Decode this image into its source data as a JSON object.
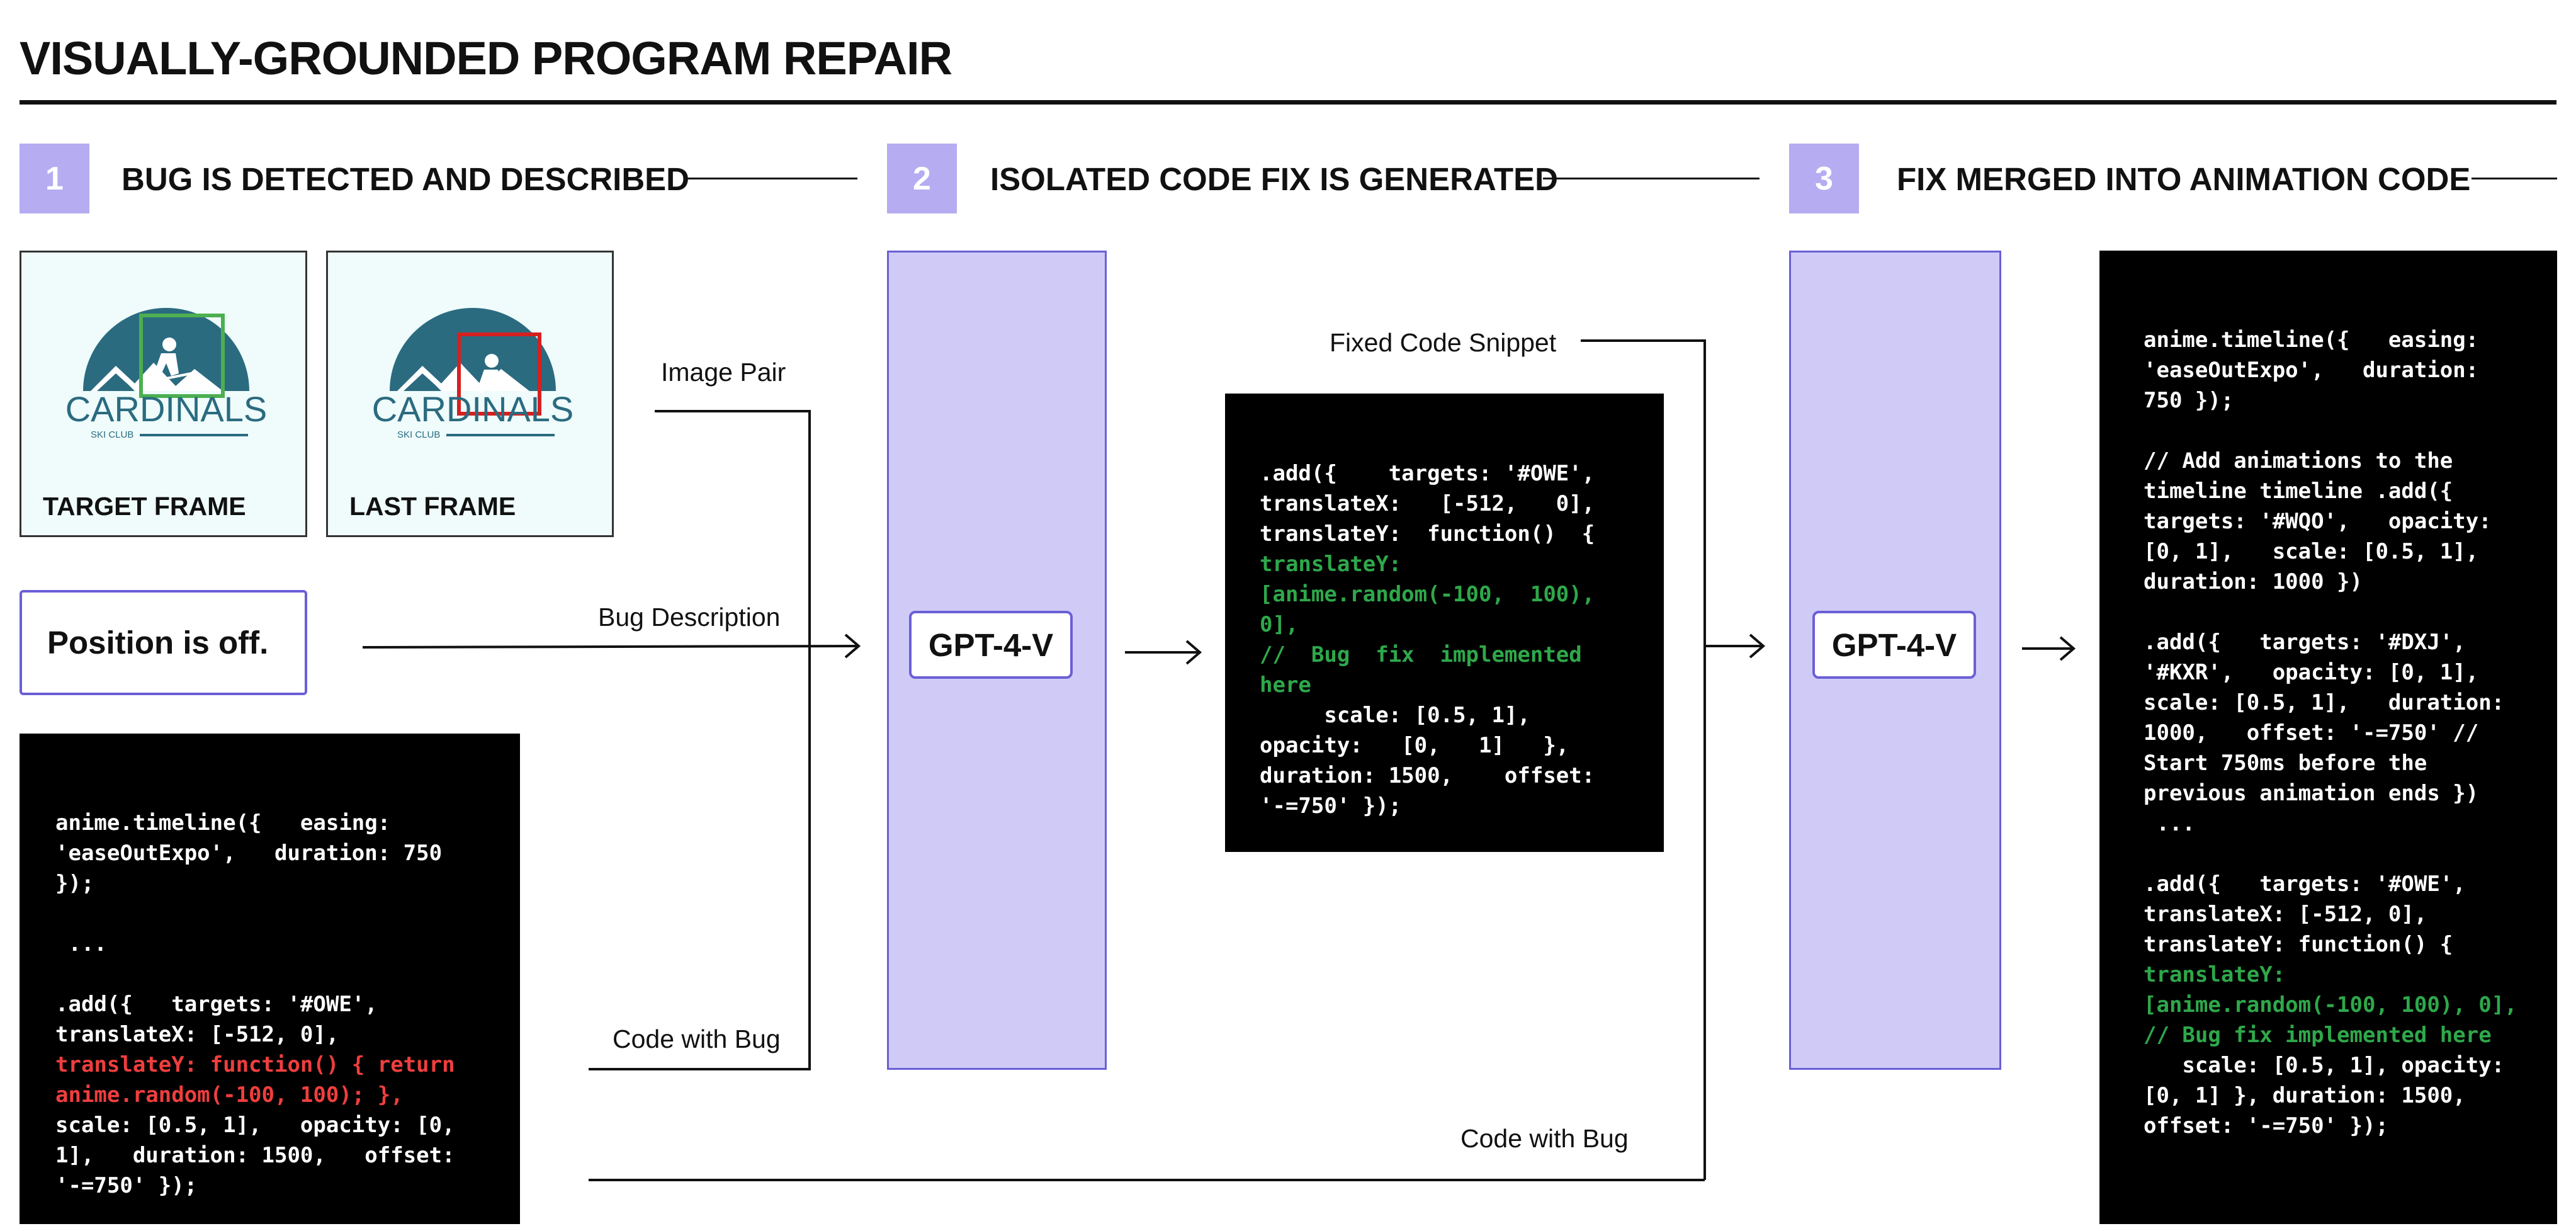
{
  "title": "VISUALLY-GROUNDED PROGRAM REPAIR",
  "steps": [
    {
      "number": "1",
      "title": "BUG IS DETECTED AND DESCRIBED"
    },
    {
      "number": "2",
      "title": "ISOLATED CODE FIX IS GENERATED"
    },
    {
      "number": "3",
      "title": "FIX MERGED INTO ANIMATION CODE"
    }
  ],
  "frames": {
    "target_label": "TARGET FRAME",
    "last_label": "LAST FRAME",
    "logo_text": "CARDINALS",
    "logo_subtext": "SKI CLUB"
  },
  "bug_description": "Position is off.",
  "labels": {
    "image_pair": "Image Pair",
    "bug_description": "Bug Description",
    "code_with_bug": "Code with Bug",
    "fixed_code_snippet": "Fixed Code Snippet",
    "code_with_bug_bottom": "Code with Bug"
  },
  "model_name": "GPT-4-V",
  "buggy_code": {
    "line1": "anime.timeline({   easing: 'easeOutExpo',   duration: 750 });",
    "ellipsis": " ...",
    "line2": ".add({   targets: '#OWE', translateX: [-512, 0],",
    "line3_red": "translateY: function() { return anime.random(-100, 100); },",
    "line4": "scale: [0.5, 1],   opacity: [0, 1],   duration: 1500,   offset: '-=750' });"
  },
  "fixed_snippet": {
    "line1": ".add({    targets: '#OWE', translateX:   [-512,   0], translateY:  function()  {",
    "line2_green": "translateY: [anime.random(-100,  100), 0],",
    "line3_green": "//  Bug  fix  implemented here",
    "line4": "     scale: [0.5, 1], opacity:   [0,   1]   }, duration: 1500,    offset: '-=750' });"
  },
  "merged_code": {
    "line1": "anime.timeline({   easing: 'easeOutExpo',   duration: 750 });",
    "line2": "// Add animations to the timeline timeline .add({   targets: '#WQO',   opacity: [0, 1],   scale: [0.5, 1],   duration: 1000 })",
    "line3": ".add({   targets: '#DXJ', '#KXR',   opacity: [0, 1], scale: [0.5, 1],   duration: 1000,   offset: '-=750' // Start 750ms before the previous animation ends })",
    "ellipsis": " ...",
    "line4": ".add({   targets: '#OWE', translateX: [-512, 0], translateY: function() {",
    "line5_green": "translateY: [anime.random(-100, 100), 0], // Bug fix implemented here",
    "line6": "   scale: [0.5, 1], opacity: [0, 1] }, duration: 1500,   offset: '-=750' });"
  },
  "colors": {
    "accent": "#b5acf2",
    "model_fill": "#d0cbf6",
    "border": "#6a5fd6",
    "bug_red": "#ef3e3e",
    "fix_green": "#2ea84a",
    "target_box": "#4caf50",
    "last_box": "#d62020"
  }
}
